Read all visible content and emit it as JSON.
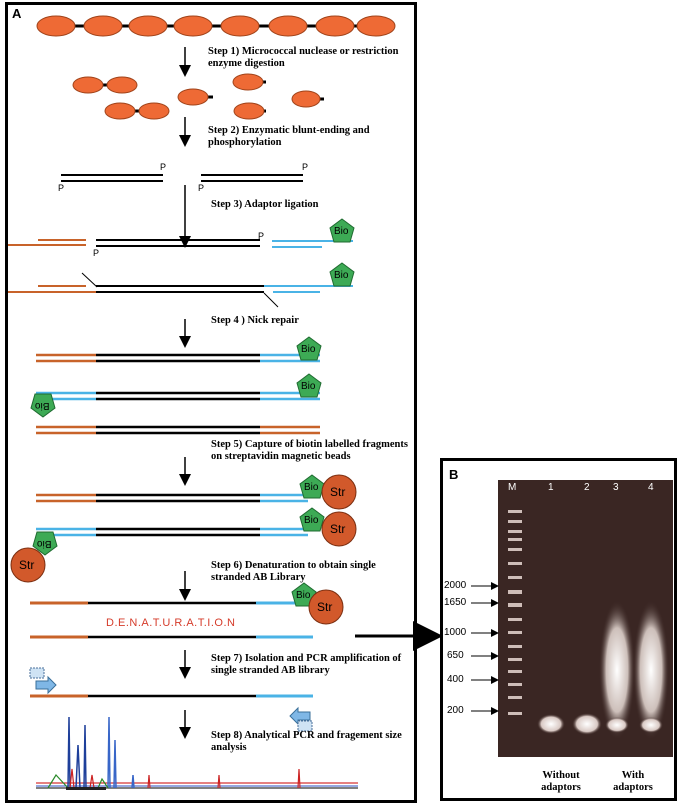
{
  "panel_a": {
    "label": "A",
    "steps": [
      "Step 1) Micrococcal nuclease or restriction enzyme digestion",
      "Step 2) Enzymatic blunt-ending and phosphorylation",
      "Step 3) Adaptor  ligation",
      "Step 4 ) Nick repair",
      "Step 5) Capture of biotin labelled fragments on streptavidin magnetic beads",
      "Step 6) Denaturation to obtain single stranded AB Library",
      "Step 7) Isolation and PCR amplification of single stranded AB library",
      "Step 8) Analytical PCR and fragement size analysis"
    ],
    "phosphate": "P",
    "biotin": "Bio",
    "streptavidin": "Str",
    "denaturation": "D.E.N.A.T.U.R.A.T.I.O.N",
    "colors": {
      "nucleosome": "#ee6a35",
      "adaptor_a": "#c8632a",
      "adaptor_b": "#4ab3e6",
      "biotin": "#3daa55",
      "str_bead": "#d2592b",
      "dna": "#000000"
    }
  },
  "panel_b": {
    "label": "B",
    "lanes": [
      "M",
      "1",
      "2",
      "3",
      "4"
    ],
    "size_markers": [
      "2000",
      "1650",
      "1000",
      "650",
      "400",
      "200"
    ],
    "group_labels": [
      "Without adaptors",
      "With adaptors"
    ]
  }
}
